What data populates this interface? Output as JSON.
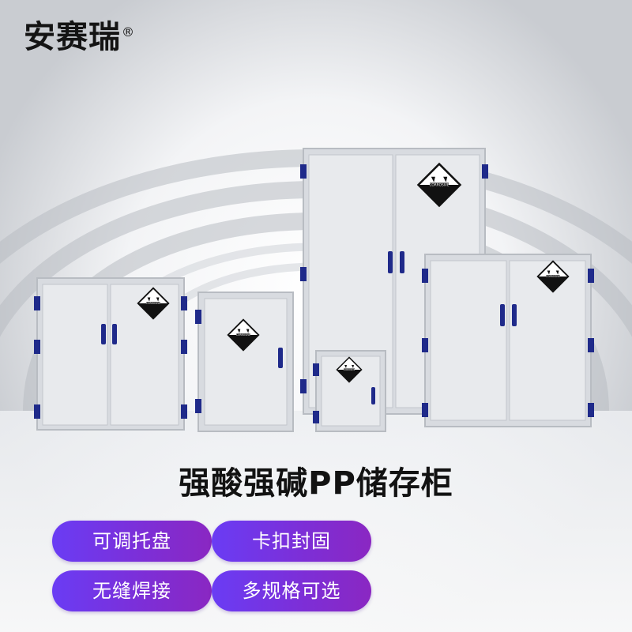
{
  "brand": {
    "logo_text": "安赛瑞",
    "registered_mark": "®"
  },
  "headline": "强酸强碱PP储存柜",
  "features": [
    "可调托盘",
    "卡扣封固",
    "无缝焊接",
    "多规格可选"
  ],
  "hazard_label": "CORROSIVE 8",
  "colors": {
    "background": "#f4f5f7",
    "cabinet_body": "#dcdfe3",
    "cabinet_panel": "#e9ebee",
    "hardware": "#1f2a8a",
    "pill_gradient_start": "#6a3cf4",
    "pill_gradient_end": "#8a27c2",
    "text_dark": "#121212"
  },
  "icons": [
    "corrosive-hazard-icon",
    "door-hinge-icon",
    "door-handle-icon"
  ]
}
